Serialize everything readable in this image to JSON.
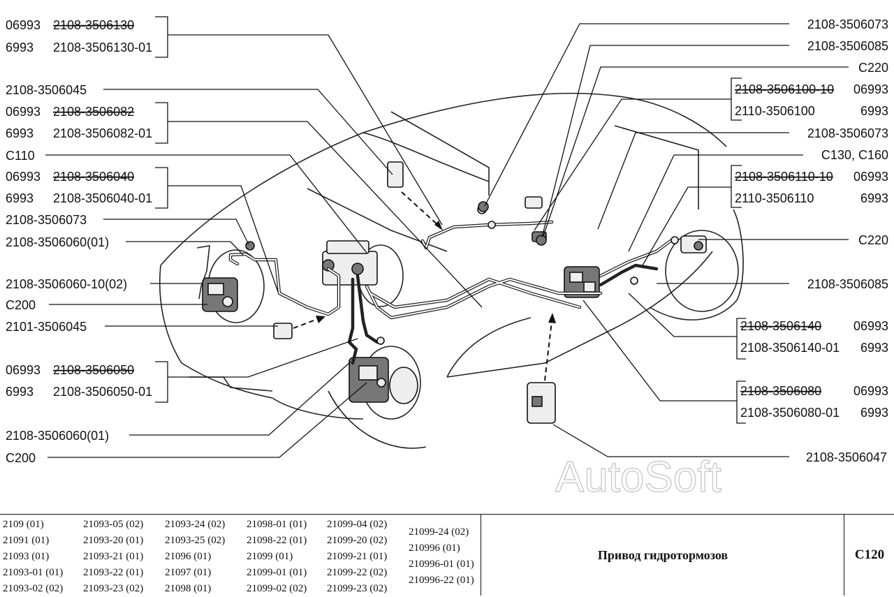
{
  "watermark": "AutoSoft",
  "left_labels": [
    {
      "code": "06993",
      "part": "2108-3506130",
      "struck": true
    },
    {
      "code": "6993",
      "part": "2108-3506130-01",
      "struck": false
    },
    {
      "code": "",
      "part": "2108-3506045",
      "struck": false
    },
    {
      "code": "06993",
      "part": "2108-3506082",
      "struck": true
    },
    {
      "code": "6993",
      "part": "2108-3506082-01",
      "struck": false
    },
    {
      "code": "",
      "part": "C110",
      "struck": false
    },
    {
      "code": "06993",
      "part": "2108-3506040",
      "struck": true
    },
    {
      "code": "6993",
      "part": "2108-3506040-01",
      "struck": false
    },
    {
      "code": "",
      "part": "2108-3506073",
      "struck": false
    },
    {
      "code": "",
      "part": "2108-3506060(01)",
      "struck": false
    },
    {
      "code": "",
      "part": "2108-3506060-10(02)",
      "struck": false
    },
    {
      "code": "",
      "part": "C200",
      "struck": false
    },
    {
      "code": "",
      "part": "2101-3506045",
      "struck": false
    },
    {
      "code": "06993",
      "part": "2108-3506050",
      "struck": true
    },
    {
      "code": "6993",
      "part": "2108-3506050-01",
      "struck": false
    },
    {
      "code": "",
      "part": "2108-3506060(01)",
      "struck": false
    },
    {
      "code": "",
      "part": "C200",
      "struck": false
    }
  ],
  "right_labels": [
    {
      "part": "2108-3506073",
      "code": "",
      "struck": false
    },
    {
      "part": "2108-3506085",
      "code": "",
      "struck": false
    },
    {
      "part": "C220",
      "code": "",
      "struck": false
    },
    {
      "part": "2108-3506100-10",
      "code": "06993",
      "struck": true
    },
    {
      "part": "2110-3506100",
      "code": "6993",
      "struck": false
    },
    {
      "part": "2108-3506073",
      "code": "",
      "struck": false
    },
    {
      "part": "C130, C160",
      "code": "",
      "struck": false
    },
    {
      "part": "2108-3506110-10",
      "code": "06993",
      "struck": true
    },
    {
      "part": "2110-3506110",
      "code": "6993",
      "struck": false
    },
    {
      "part": "C220",
      "code": "",
      "struck": false
    },
    {
      "part": "2108-3506085",
      "code": "",
      "struck": false
    },
    {
      "part": "2108-3506140",
      "code": "06993",
      "struck": true
    },
    {
      "part": "2108-3506140-01",
      "code": "6993",
      "struck": false
    },
    {
      "part": "2108-3506080",
      "code": "06993",
      "struck": true
    },
    {
      "part": "2108-3506080-01",
      "code": "6993",
      "struck": false
    },
    {
      "part": "2108-3506047",
      "code": "",
      "struck": false
    }
  ],
  "models": [
    [
      "2109 (01)",
      "21091 (01)",
      "21093 (01)",
      "21093-01 (01)",
      "21093-02 (02)"
    ],
    [
      "21093-05 (02)",
      "21093-20 (01)",
      "21093-21 (01)",
      "21093-22 (01)",
      "21093-23 (02)"
    ],
    [
      "21093-24 (02)",
      "21093-25 (02)",
      "21096 (01)",
      "21097 (01)",
      "21098 (01)"
    ],
    [
      "21098-01 (01)",
      "21098-22 (01)",
      "21099 (01)",
      "21099-01 (01)",
      "21099-02 (02)"
    ],
    [
      "21099-04 (02)",
      "21099-20 (02)",
      "21099-21 (01)",
      "21099-22 (02)",
      "21099-23 (02)"
    ],
    [
      "21099-24 (02)",
      "210996 (01)",
      "210996-01 (01)",
      "210996-22 (01)"
    ]
  ],
  "title": "Привод гидротормозов",
  "page_code": "C120"
}
